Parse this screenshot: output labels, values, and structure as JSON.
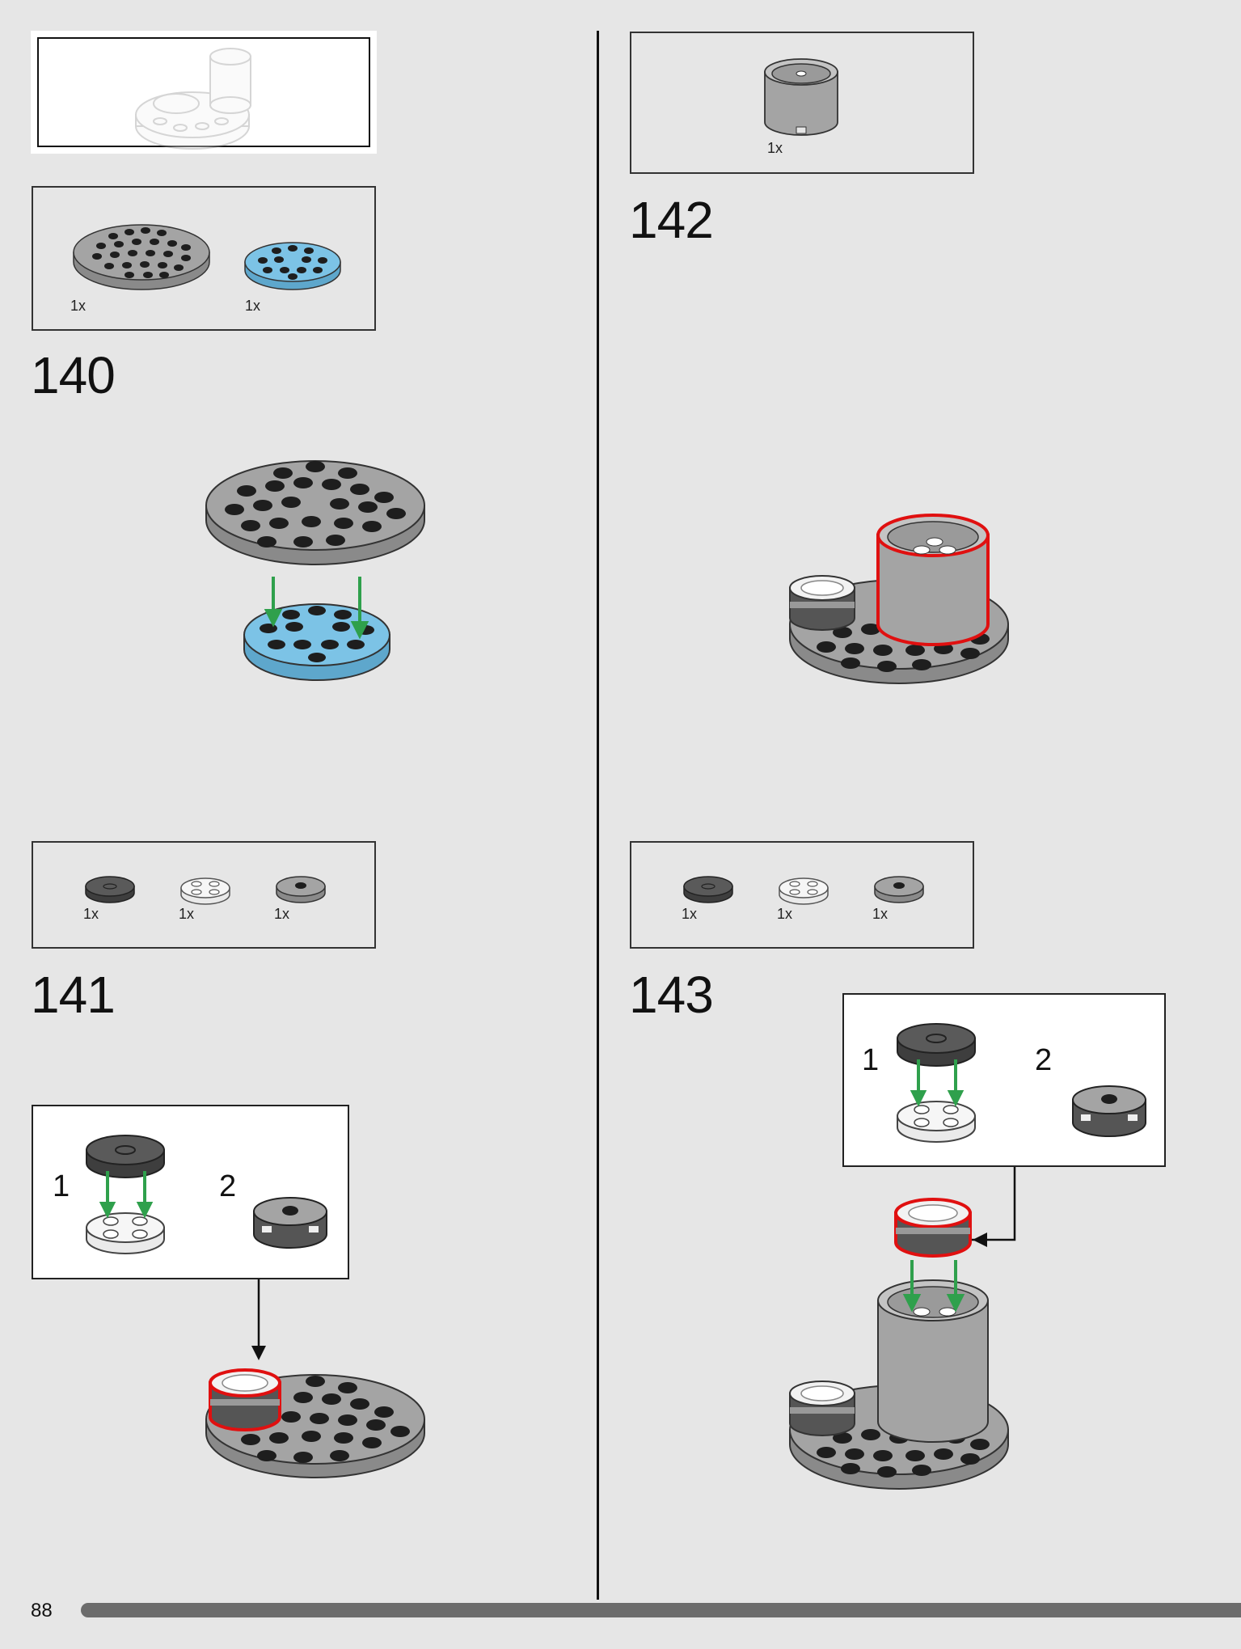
{
  "page": {
    "number": "88"
  },
  "steps": [
    {
      "id": "140",
      "number": "140",
      "parts": [
        {
          "qty": "1x",
          "name": "round-plate-6x6-gray"
        },
        {
          "qty": "1x",
          "name": "round-plate-4x4-blue"
        }
      ]
    },
    {
      "id": "141",
      "number": "141",
      "parts": [
        {
          "qty": "1x",
          "name": "round-tile-dark-gray"
        },
        {
          "qty": "1x",
          "name": "round-plate-transparent"
        },
        {
          "qty": "1x",
          "name": "round-tile-hole-gray"
        }
      ],
      "callout": {
        "sub1": "1",
        "sub2": "2"
      }
    },
    {
      "id": "142",
      "number": "142",
      "parts": [
        {
          "qty": "1x",
          "name": "round-brick-4x4-gray"
        }
      ]
    },
    {
      "id": "143",
      "number": "143",
      "parts": [
        {
          "qty": "1x",
          "name": "round-tile-dark-gray"
        },
        {
          "qty": "1x",
          "name": "round-plate-transparent"
        },
        {
          "qty": "1x",
          "name": "round-tile-hole-gray"
        }
      ],
      "callout": {
        "sub1": "1",
        "sub2": "2"
      }
    }
  ],
  "colors": {
    "background": "#e6e6e6",
    "gray_part": "#a4a4a4",
    "blue_part": "#7cc3e6",
    "stud": "#1e1e1e",
    "arrow_green": "#2fa04c",
    "highlight_red": "#e01010"
  },
  "icons": [
    "gray-round-plate-icon",
    "blue-round-plate-icon",
    "tile-icon",
    "transparent-plate-icon",
    "round-brick-icon",
    "green-arrow-icon",
    "black-arrow-icon"
  ]
}
